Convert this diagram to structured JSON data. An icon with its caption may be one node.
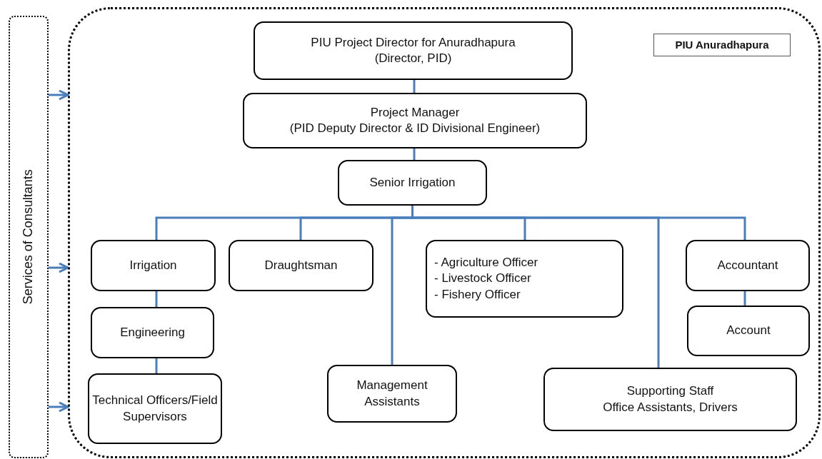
{
  "diagram": {
    "nodes": [
      {
        "text": [
          "Services of Consultants"
        ]
      },
      {
        "text": [],
        "shape": "box"
      },
      {
        "text": [
          "PIU Anuradhapura"
        ],
        "in": 1
      },
      {
        "text": [
          "PIU Project Director for Anuradhapura",
          "(Director, PID)"
        ],
        "in": 1
      },
      {
        "text": [
          "Project Manager",
          "(PID Deputy Director & ID Divisional Engineer)"
        ],
        "in": 1
      },
      {
        "text": [
          "Senior Irrigation"
        ],
        "in": 1
      },
      {
        "text": [
          "Irrigation"
        ],
        "in": 1
      },
      {
        "text": [
          "Draughtsman"
        ],
        "in": 1
      },
      {
        "text": [
          "- Agriculture Officer",
          "- Livestock Officer",
          "- Fishery Officer"
        ],
        "in": 1
      },
      {
        "text": [
          "Accountant"
        ],
        "in": 1
      },
      {
        "text": [
          "Engineering"
        ],
        "in": 1
      },
      {
        "text": [
          "Account"
        ],
        "in": 1
      },
      {
        "text": [
          "Technical Officers/Field Supervisors"
        ],
        "in": 1
      },
      {
        "text": [
          "Management Assistants"
        ],
        "in": 1
      },
      {
        "text": [
          "Supporting Staff",
          "Office Assistants, Drivers"
        ],
        "in": 1
      }
    ],
    "edges": [
      {
        "from": 3,
        "to": 4,
        "arrow": "none"
      },
      {
        "from": 4,
        "to": 5,
        "arrow": "none"
      },
      {
        "from": 5,
        "to": 6,
        "arrow": "none"
      },
      {
        "from": 5,
        "to": 7,
        "arrow": "none"
      },
      {
        "from": 5,
        "to": 13,
        "arrow": "none"
      },
      {
        "from": 5,
        "to": 8,
        "arrow": "none"
      },
      {
        "from": 5,
        "to": 14,
        "arrow": "none"
      },
      {
        "from": 5,
        "to": 9,
        "arrow": "none"
      },
      {
        "from": 6,
        "to": 10,
        "arrow": "none"
      },
      {
        "from": 10,
        "to": 12,
        "arrow": "none"
      },
      {
        "from": 9,
        "to": 11,
        "arrow": "none"
      },
      {
        "from": 0,
        "to": 1,
        "arrow": "to"
      },
      {
        "from": 0,
        "to": 1,
        "arrow": "to"
      },
      {
        "from": 0,
        "to": 1,
        "arrow": "to"
      }
    ]
  }
}
